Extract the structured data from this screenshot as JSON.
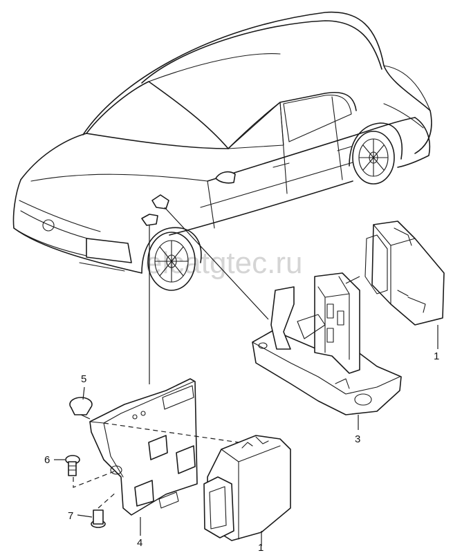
{
  "watermark": "elcatgtec.ru",
  "callouts": {
    "c1_top": "1",
    "c3": "3",
    "c5": "5",
    "c6": "6",
    "c7": "7",
    "c4": "4",
    "c1_bottom": "1"
  },
  "colors": {
    "line": "#1a1a1a",
    "background": "#ffffff",
    "watermark": "#c8c8c8"
  }
}
